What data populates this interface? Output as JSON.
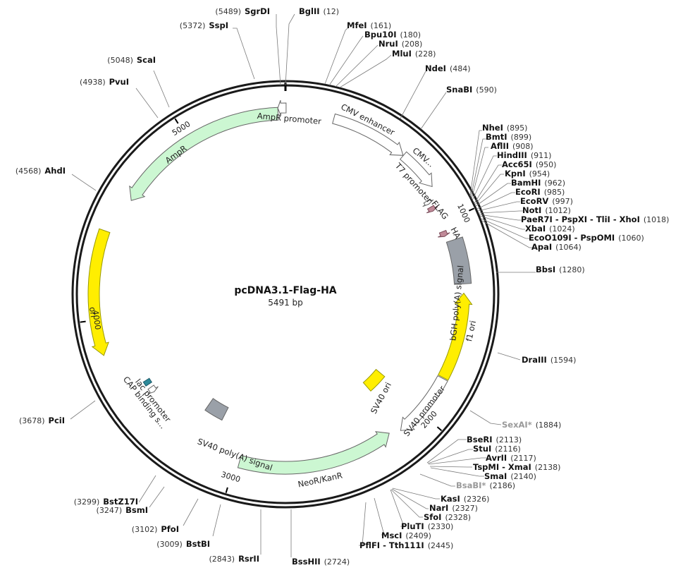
{
  "plasmid": {
    "name": "pcDNA3.1-Flag-HA",
    "size_label": "5491 bp",
    "total_bp": 5491
  },
  "ticks": [
    {
      "bp": 1000,
      "label": "1000"
    },
    {
      "bp": 2000,
      "label": "2000"
    },
    {
      "bp": 3000,
      "label": "3000"
    },
    {
      "bp": 4000,
      "label": "4000"
    },
    {
      "bp": 5000,
      "label": "5000"
    }
  ],
  "features": [
    {
      "id": "cmv-enhancer",
      "label": "CMV enhancer",
      "type": "promoter",
      "color": "#ffffff",
      "stroke": "#666666"
    },
    {
      "id": "cmv-promoter",
      "label": "CMV...",
      "type": "promoter",
      "color": "#ffffff",
      "stroke": "#666666"
    },
    {
      "id": "t7-promoter",
      "label": "T7 promoter",
      "type": "promoter",
      "color": "#ffffff",
      "stroke": "#666666"
    },
    {
      "id": "flag",
      "label": "FLAG",
      "type": "tag",
      "color": "#c08a98",
      "stroke": "#7a4a58"
    },
    {
      "id": "ha",
      "label": "HA",
      "type": "tag",
      "color": "#c08a98",
      "stroke": "#7a4a58"
    },
    {
      "id": "bgh-polya",
      "label": "bGH poly(A) signal",
      "type": "terminator",
      "color": "#9aa0a8",
      "stroke": "#666666"
    },
    {
      "id": "f1-ori",
      "label": "f1 ori",
      "type": "origin",
      "color": "#ffee00",
      "stroke": "#999900"
    },
    {
      "id": "sv40-promoter",
      "label": "SV40 promoter",
      "type": "promoter",
      "color": "#ffffff",
      "stroke": "#666666"
    },
    {
      "id": "sv40-ori",
      "label": "SV40 ori",
      "type": "origin",
      "color": "#ffee00",
      "stroke": "#999900"
    },
    {
      "id": "neor",
      "label": "NeoR/KanR",
      "type": "gene",
      "color": "#ccf7d2",
      "stroke": "#666666"
    },
    {
      "id": "sv40-polya",
      "label": "SV40 poly(A) signal",
      "type": "terminator",
      "color": "#9aa0a8",
      "stroke": "#666666"
    },
    {
      "id": "lac-promoter",
      "label": "lac promoter",
      "type": "promoter",
      "color": "#ffffff",
      "stroke": "#666666"
    },
    {
      "id": "cap",
      "label": "CAP binding s...",
      "type": "protein_bind",
      "color": "#2e8b9a",
      "stroke": "#1e5a6a"
    },
    {
      "id": "ori",
      "label": "ori",
      "type": "origin",
      "color": "#ffee00",
      "stroke": "#999900"
    },
    {
      "id": "ampr",
      "label": "AmpR",
      "type": "gene",
      "color": "#ccf7d2",
      "stroke": "#666666"
    },
    {
      "id": "ampr-promoter",
      "label": "AmpR promoter",
      "type": "promoter",
      "color": "#ffffff",
      "stroke": "#666666"
    }
  ],
  "sites": [
    {
      "name": "SgrDI",
      "pos": "(5489)",
      "dim": false
    },
    {
      "name": "BglII",
      "pos": "(12)",
      "dim": false
    },
    {
      "name": "SspI",
      "pos": "(5372)",
      "dim": false
    },
    {
      "name": "MfeI",
      "pos": "(161)",
      "dim": false
    },
    {
      "name": "Bpu10I",
      "pos": "(180)",
      "dim": false
    },
    {
      "name": "NruI",
      "pos": "(208)",
      "dim": false
    },
    {
      "name": "MluI",
      "pos": "(228)",
      "dim": false
    },
    {
      "name": "ScaI",
      "pos": "(5048)",
      "dim": false
    },
    {
      "name": "PvuI",
      "pos": "(4938)",
      "dim": false
    },
    {
      "name": "NdeI",
      "pos": "(484)",
      "dim": false
    },
    {
      "name": "SnaBI",
      "pos": "(590)",
      "dim": false
    },
    {
      "name": "NheI",
      "pos": "(895)",
      "dim": false
    },
    {
      "name": "BmtI",
      "pos": "(899)",
      "dim": false
    },
    {
      "name": "AflII",
      "pos": "(908)",
      "dim": false
    },
    {
      "name": "HindIII",
      "pos": "(911)",
      "dim": false
    },
    {
      "name": "Acc65I",
      "pos": "(950)",
      "dim": false
    },
    {
      "name": "KpnI",
      "pos": "(954)",
      "dim": false
    },
    {
      "name": "BamHI",
      "pos": "(962)",
      "dim": false
    },
    {
      "name": "EcoRI",
      "pos": "(985)",
      "dim": false
    },
    {
      "name": "EcoRV",
      "pos": "(997)",
      "dim": false
    },
    {
      "name": "NotI",
      "pos": "(1012)",
      "dim": false
    },
    {
      "name": "PaeR7I - PspXI - TliI - XhoI",
      "pos": "(1018)",
      "dim": false
    },
    {
      "name": "XbaI",
      "pos": "(1024)",
      "dim": false
    },
    {
      "name": "EcoO109I - PspOMI",
      "pos": "(1060)",
      "dim": false
    },
    {
      "name": "ApaI",
      "pos": "(1064)",
      "dim": false
    },
    {
      "name": "AhdI",
      "pos": "(4568)",
      "dim": false
    },
    {
      "name": "BbsI",
      "pos": "(1280)",
      "dim": false
    },
    {
      "name": "DraIII",
      "pos": "(1594)",
      "dim": false
    },
    {
      "name": "PciI",
      "pos": "(3678)",
      "dim": false
    },
    {
      "name": "SexAI*",
      "pos": "(1884)",
      "dim": true
    },
    {
      "name": "BseRI",
      "pos": "(2113)",
      "dim": false
    },
    {
      "name": "StuI",
      "pos": "(2116)",
      "dim": false
    },
    {
      "name": "AvrII",
      "pos": "(2117)",
      "dim": false
    },
    {
      "name": "TspMI - XmaI",
      "pos": "(2138)",
      "dim": false
    },
    {
      "name": "SmaI",
      "pos": "(2140)",
      "dim": false
    },
    {
      "name": "BsaBI*",
      "pos": "(2186)",
      "dim": true
    },
    {
      "name": "KasI",
      "pos": "(2326)",
      "dim": false
    },
    {
      "name": "NarI",
      "pos": "(2327)",
      "dim": false
    },
    {
      "name": "SfoI",
      "pos": "(2328)",
      "dim": false
    },
    {
      "name": "PluTI",
      "pos": "(2330)",
      "dim": false
    },
    {
      "name": "MscI",
      "pos": "(2409)",
      "dim": false
    },
    {
      "name": "PflFI - Tth111I",
      "pos": "(2445)",
      "dim": false
    },
    {
      "name": "BssHII",
      "pos": "(2724)",
      "dim": false
    },
    {
      "name": "RsrII",
      "pos": "(2843)",
      "dim": false
    },
    {
      "name": "BstBI",
      "pos": "(3009)",
      "dim": false
    },
    {
      "name": "PfoI",
      "pos": "(3102)",
      "dim": false
    },
    {
      "name": "BsmI",
      "pos": "(3247)",
      "dim": false
    },
    {
      "name": "BstZ17I",
      "pos": "(3299)",
      "dim": false
    }
  ]
}
